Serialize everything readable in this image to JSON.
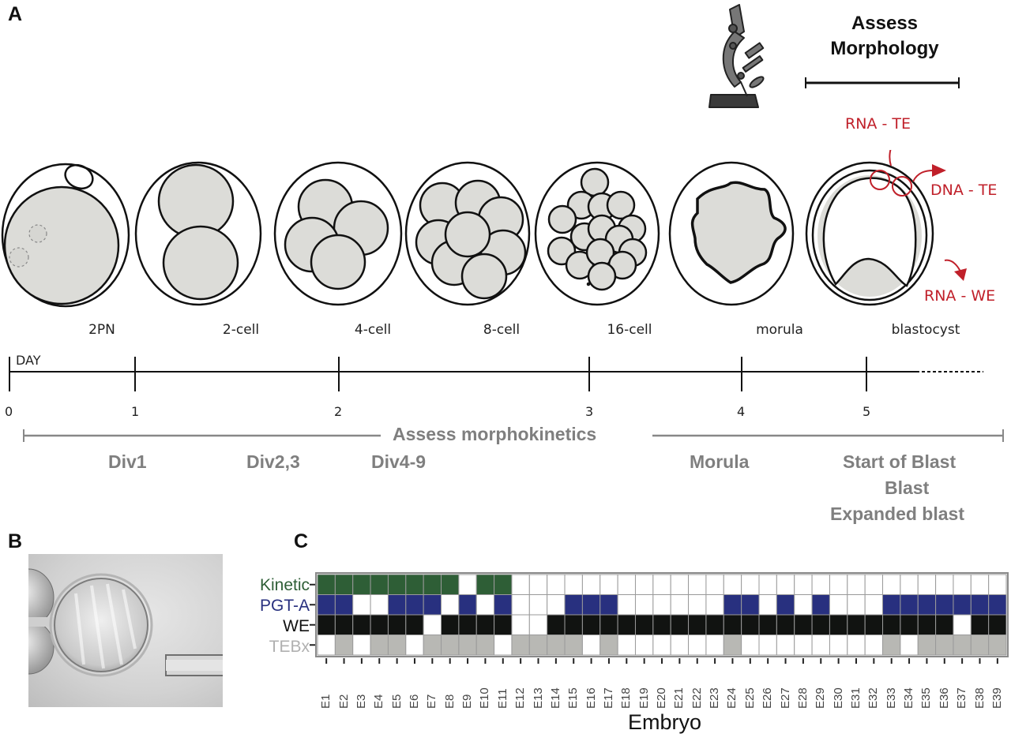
{
  "panels": {
    "a": {
      "letter": "A",
      "assess_morphology": [
        "Assess",
        "Morphology"
      ],
      "stages": [
        "2PN",
        "2-cell",
        "4-cell",
        "8-cell",
        "16-cell",
        "morula",
        "blastocyst"
      ],
      "biopsy_labels": {
        "rna_te": "RNA - TE",
        "dna_te": "DNA - TE",
        "rna_we": "RNA - WE"
      },
      "timeline": {
        "axis_label": "DAY",
        "days": [
          "0",
          "1",
          "2",
          "3",
          "4",
          "5"
        ]
      },
      "morphokinetics": {
        "title": "Assess morphokinetics",
        "events": [
          "Div1",
          "Div2,3",
          "Div4-9",
          "Morula",
          "Start of Blast",
          "Blast",
          "Expanded blast"
        ]
      },
      "colors": {
        "red": "#c0202a",
        "gray_text": "#7f7f7f",
        "cell_fill": "#dcdcd8"
      }
    },
    "b": {
      "letter": "B",
      "image": "blastocyst-biopsy-micrograph"
    },
    "c": {
      "letter": "C"
    }
  },
  "chart_data": {
    "type": "heatmap",
    "title": "",
    "xlabel": "Embryo",
    "ylabel": "",
    "categories": [
      "E1",
      "E2",
      "E3",
      "E4",
      "E5",
      "E6",
      "E7",
      "E8",
      "E9",
      "E10",
      "E11",
      "E12",
      "E13",
      "E14",
      "E15",
      "E16",
      "E17",
      "E18",
      "E19",
      "E20",
      "E21",
      "E22",
      "E23",
      "E24",
      "E25",
      "E26",
      "E27",
      "E28",
      "E29",
      "E30",
      "E31",
      "E32",
      "E33",
      "E34",
      "E35",
      "E36",
      "E37",
      "E38",
      "E39"
    ],
    "series": [
      {
        "name": "Kinetic",
        "color": "#2e5e36",
        "values": [
          1,
          1,
          1,
          1,
          1,
          1,
          1,
          1,
          0,
          1,
          1,
          0,
          0,
          0,
          0,
          0,
          0,
          0,
          0,
          0,
          0,
          0,
          0,
          0,
          0,
          0,
          0,
          0,
          0,
          0,
          0,
          0,
          0,
          0,
          0,
          0,
          0,
          0,
          0
        ]
      },
      {
        "name": "PGT-A",
        "color": "#28307f",
        "values": [
          1,
          1,
          0,
          0,
          1,
          1,
          1,
          0,
          1,
          0,
          1,
          0,
          0,
          0,
          1,
          1,
          1,
          0,
          0,
          0,
          0,
          0,
          0,
          1,
          1,
          0,
          1,
          0,
          1,
          0,
          0,
          0,
          1,
          1,
          1,
          1,
          1,
          1,
          1
        ]
      },
      {
        "name": "WE",
        "color": "#111311",
        "values": [
          1,
          1,
          1,
          1,
          1,
          1,
          0,
          1,
          1,
          1,
          1,
          0,
          0,
          1,
          1,
          1,
          1,
          1,
          1,
          1,
          1,
          1,
          1,
          1,
          1,
          1,
          1,
          1,
          1,
          1,
          1,
          1,
          1,
          1,
          1,
          1,
          0,
          1,
          1
        ]
      },
      {
        "name": "TEBx",
        "color": "#b8b8b4",
        "values": [
          0,
          1,
          0,
          1,
          1,
          0,
          1,
          1,
          1,
          1,
          0,
          1,
          1,
          1,
          1,
          0,
          1,
          0,
          0,
          0,
          0,
          0,
          0,
          1,
          0,
          0,
          0,
          0,
          0,
          0,
          0,
          0,
          1,
          0,
          1,
          1,
          1,
          1,
          1
        ]
      }
    ],
    "legend": "none",
    "grid": true,
    "empty_color": "#ffffff"
  }
}
